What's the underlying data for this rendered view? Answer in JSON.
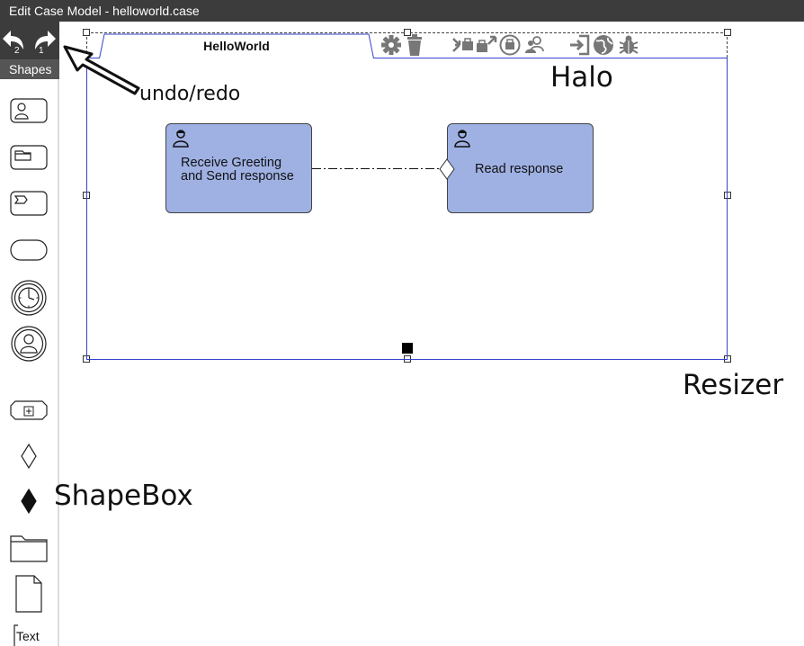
{
  "window": {
    "title": "Edit Case Model - helloworld.case"
  },
  "toolbar": {
    "undo_count": "2",
    "redo_count": "1"
  },
  "shapebox": {
    "header": "Shapes",
    "items": [
      {
        "name": "human-task-icon"
      },
      {
        "name": "case-task-icon"
      },
      {
        "name": "process-task-icon"
      },
      {
        "name": "milestone-icon"
      },
      {
        "name": "timer-event-icon"
      },
      {
        "name": "user-event-icon"
      },
      {
        "name": "stage-icon"
      },
      {
        "name": "entry-criterion-icon"
      },
      {
        "name": "exit-criterion-icon"
      },
      {
        "name": "case-file-item-icon"
      },
      {
        "name": "planning-table-icon"
      },
      {
        "name": "text-annotation-icon",
        "label": "Text"
      }
    ]
  },
  "model": {
    "tab_title": "HelloWorld",
    "tasks": [
      {
        "line1": "Receive Greeting",
        "line2": "and Send response"
      },
      {
        "line1": "Read response"
      }
    ]
  },
  "halo": {
    "icons": [
      "settings-icon",
      "delete-icon",
      "connector-in-icon",
      "connector-out-icon",
      "case-input-icon",
      "roles-icon",
      "deploy-icon",
      "debug-globe-icon",
      "debug-bug-icon"
    ]
  },
  "annotations": {
    "undo_redo": "undo/redo",
    "halo": "Halo",
    "resizer": "Resizer",
    "shapebox": "ShapeBox"
  }
}
